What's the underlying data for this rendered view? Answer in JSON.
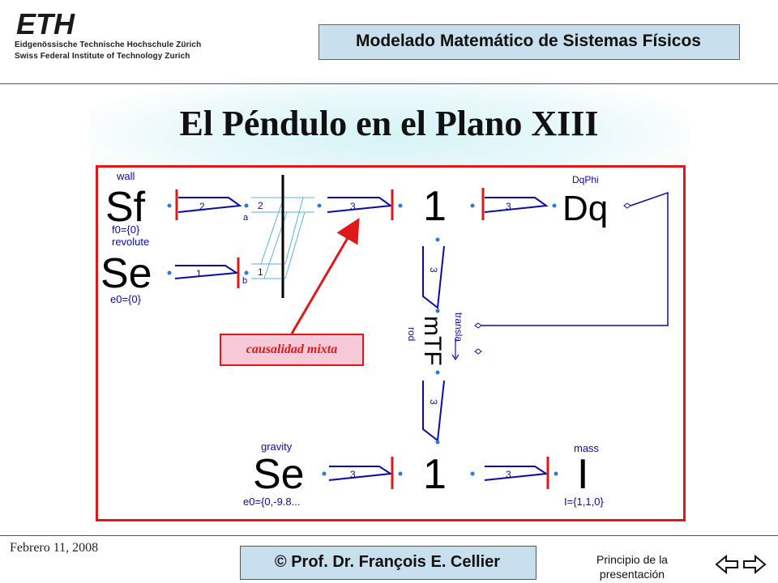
{
  "header": {
    "logo_text": "ETH",
    "institution_de": "Eidgenössische Technische Hochschule Zürich",
    "institution_en": "Swiss Federal Institute of Technology Zurich",
    "course_title": "Modelado Matemático de Sistemas Físicos"
  },
  "slide": {
    "title": "El Péndulo en el Plano XIII"
  },
  "diagram": {
    "blocks": {
      "wall": {
        "label": "wall",
        "symbol": "Sf",
        "param": "f0={0}"
      },
      "revolute": {
        "label": "revolute",
        "symbol": "Se",
        "param": "e0={0}"
      },
      "dqphi": {
        "label": "DqPhi",
        "symbol": "Dq"
      },
      "one_top": {
        "symbol": "1"
      },
      "mtf": {
        "symbol": "mTF",
        "label_rod": "rod",
        "label_transla": "transla"
      },
      "gravity": {
        "label": "gravity",
        "symbol": "Se",
        "param": "e0={0,-9.8..."
      },
      "one_bottom": {
        "symbol": "1"
      },
      "mass": {
        "label": "mass",
        "symbol": "I",
        "param": "I={1,1,0}"
      }
    },
    "bond_labels": {
      "wall_bond": "2",
      "revolute_bond": "1",
      "mux_upper": "2",
      "mux_lower": "1",
      "mux_port_a": "a",
      "mux_port_b": "b",
      "mux_out": "3",
      "to_dqphi": "3",
      "one_to_mtf": "3",
      "mtf_to_one": "3",
      "gravity_bond": "3",
      "to_mass": "3"
    },
    "callout": "causalidad mixta"
  },
  "footer": {
    "date": "Febrero 11, 2008",
    "author": "© Prof. Dr. François E. Cellier",
    "start_link_line1": "Principio de la",
    "start_link_line2": "presentación",
    "nav_back_icon": "back-arrow-icon",
    "nav_forward_icon": "forward-arrow-icon"
  }
}
